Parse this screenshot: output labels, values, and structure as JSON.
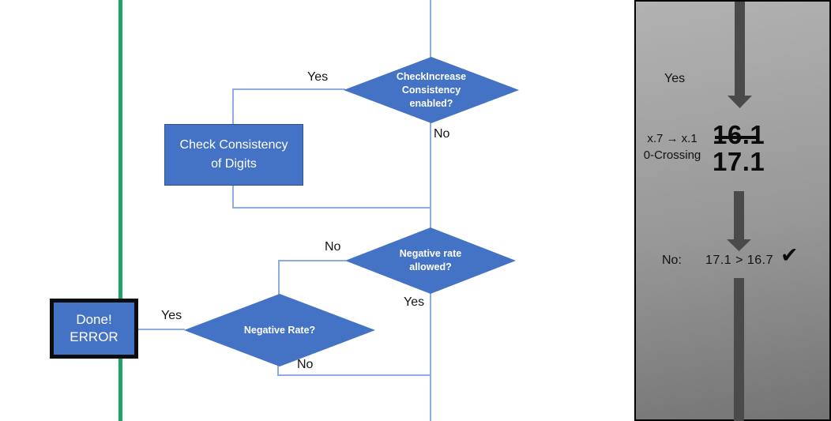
{
  "slide": {
    "flowchart": {
      "decision_check_increase": {
        "label": "CheckIncrease\nConsistency\nenabled?",
        "yes_label": "Yes",
        "no_label": "No"
      },
      "process_check_consistency": {
        "label": "Check Consistency\nof Digits"
      },
      "decision_negative_rate_allowed": {
        "label": "Negative rate\nallowed?",
        "no_label": "No",
        "yes_label": "Yes"
      },
      "decision_negative_rate": {
        "label": "Negative Rate?",
        "yes_label": "Yes",
        "no_label": "No"
      },
      "terminator_done_error": {
        "label": "Done!\nERROR"
      }
    },
    "side_panel": {
      "yes_label": "Yes",
      "rule_note": "x.7 → x.1\n0-Crossing",
      "old_value": "16.1",
      "new_value": "17.1",
      "result_label": "No:",
      "comparison": "17.1 > 16.7",
      "checkmark": "✔"
    },
    "colors": {
      "shape_blue": "#4472C4",
      "shape_border_blue": "#2F528F",
      "connector_blue": "#8FAADC",
      "timeline_green": "#21A366",
      "arrow_gray": "#4A4A4A"
    }
  }
}
